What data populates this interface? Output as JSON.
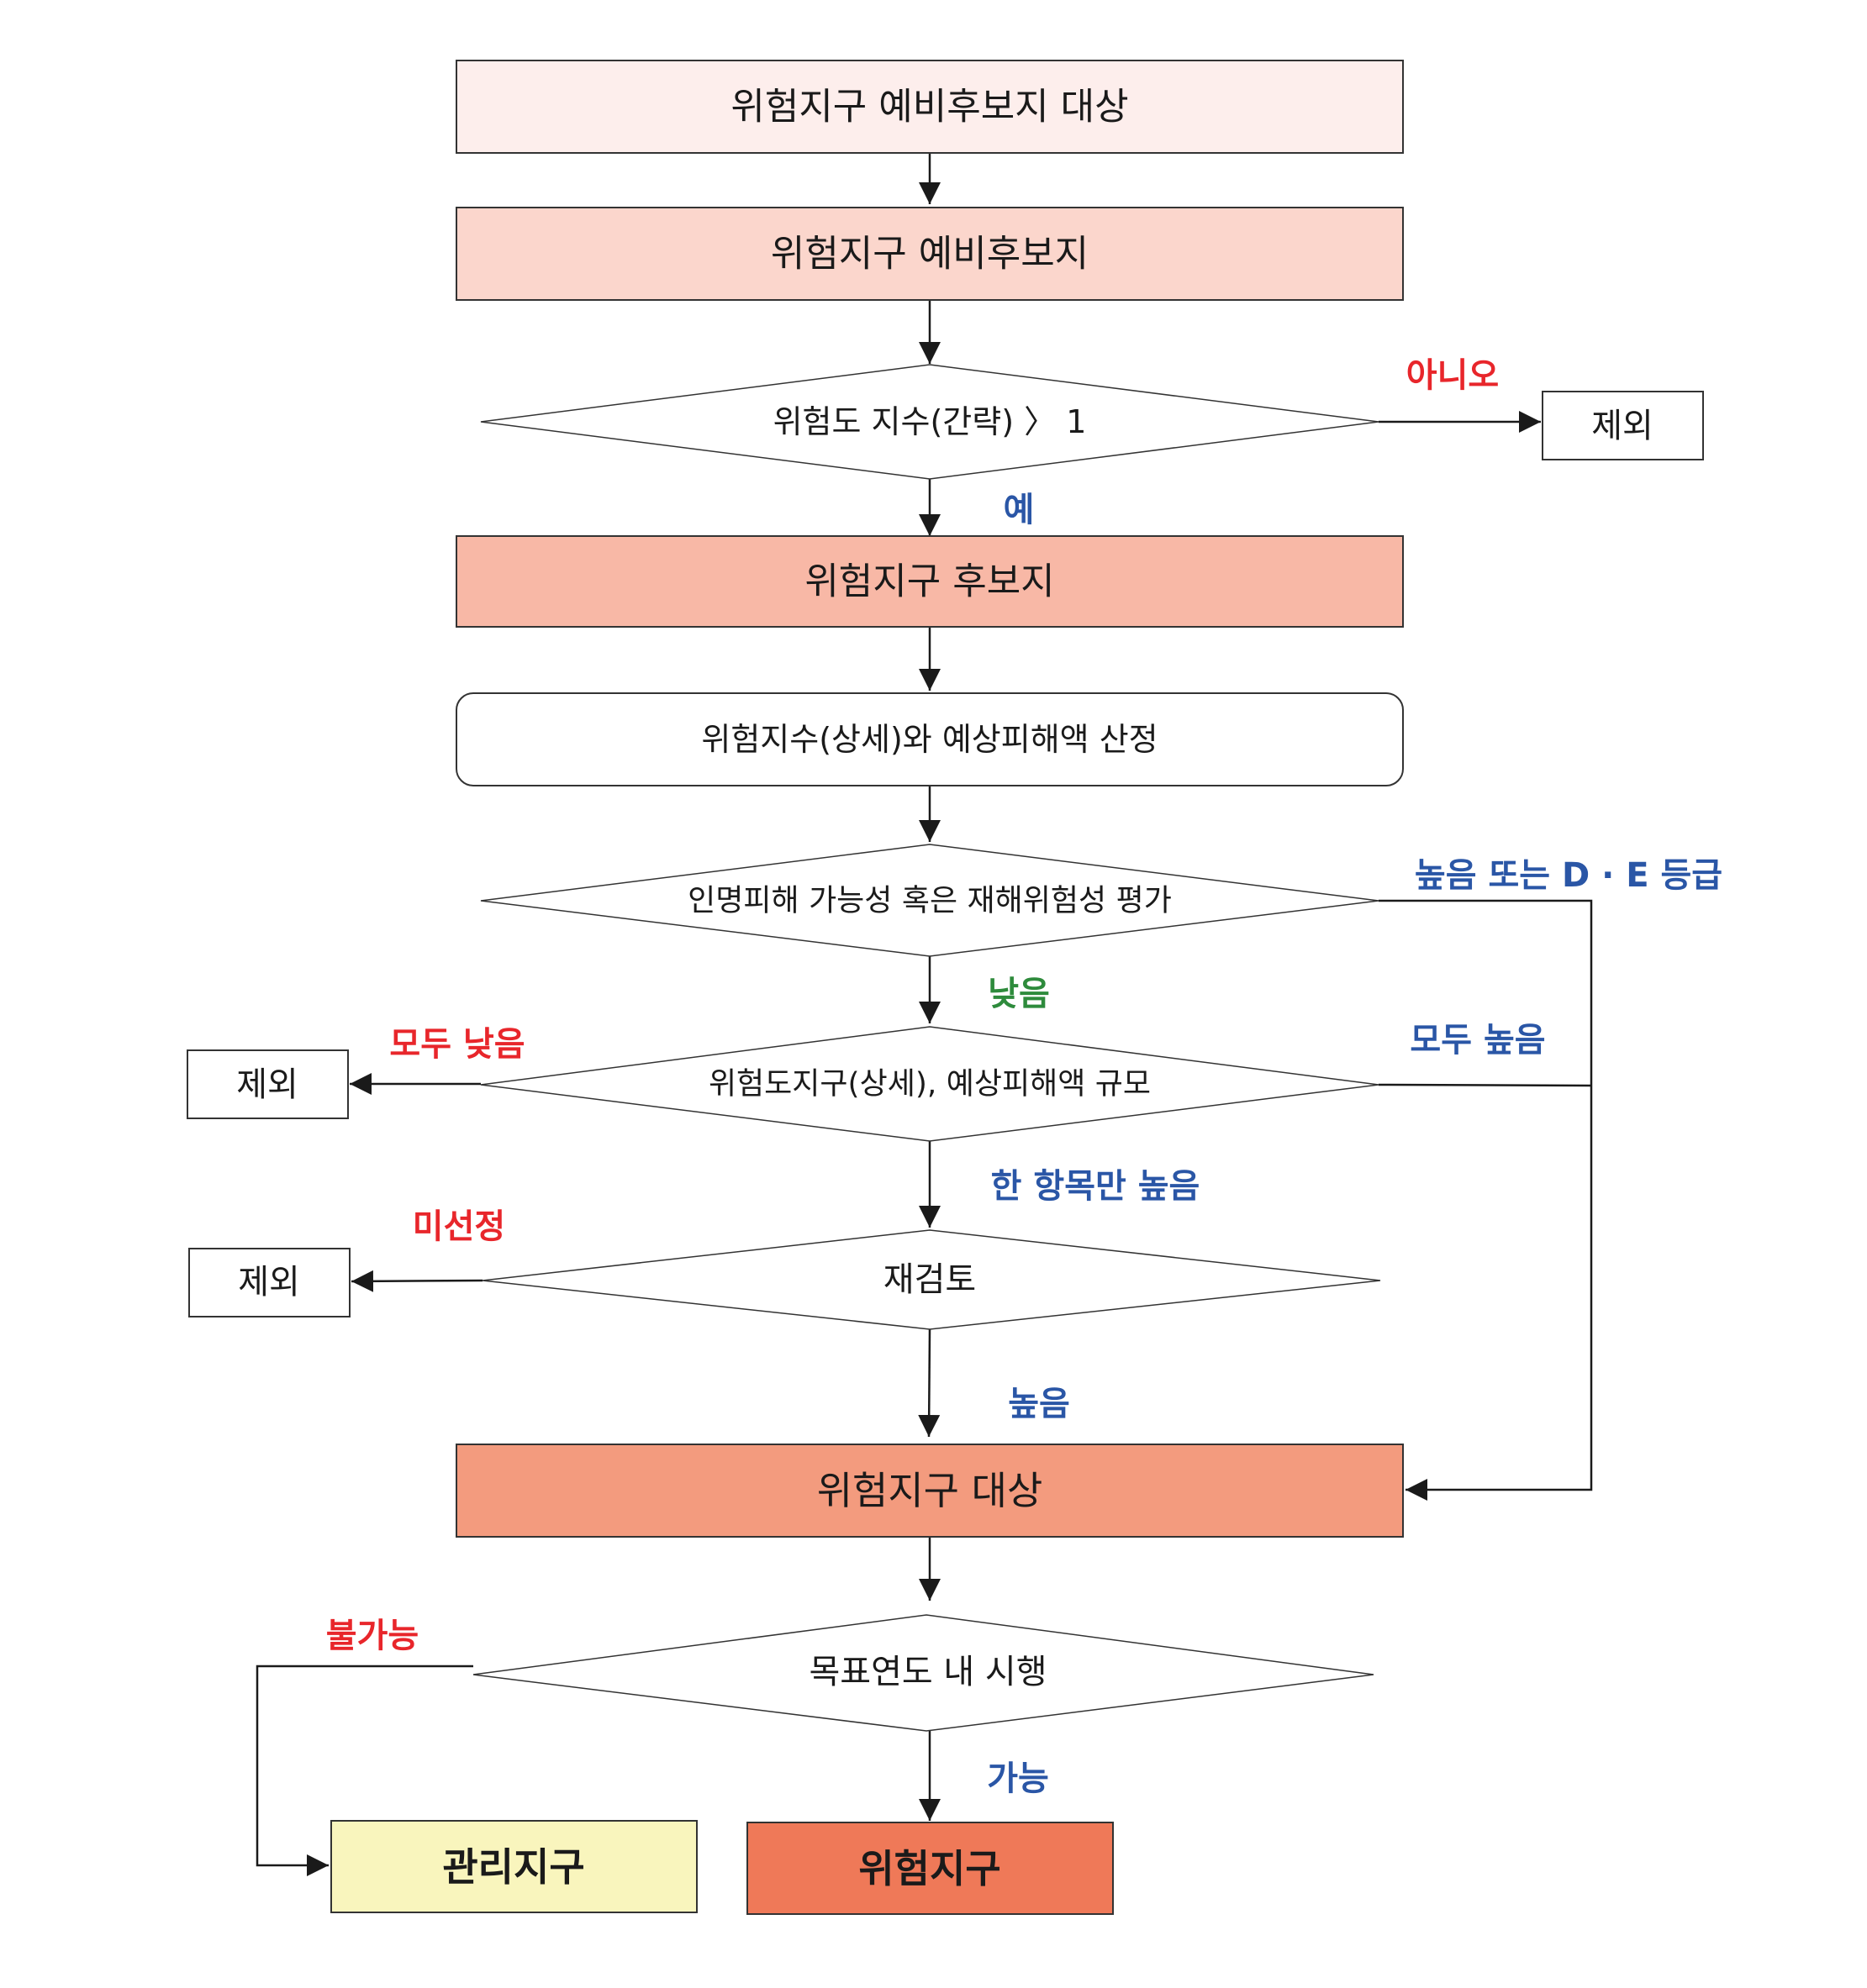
{
  "nodes": {
    "pre_candidate_target": "위험지구 예비후보지 대상",
    "pre_candidate": "위험지구 예비후보지",
    "decision_risk_index": "위험도 지수(간략) 〉 1",
    "exclude_1": "제외",
    "candidate": "위험지구 후보지",
    "calc_index_damage": "위험지수(상세)와 예상피해액 산정",
    "decision_casualty": "인명피해 가능성 혹은 재해위험성 평가",
    "decision_scale": "위험도지구(상세), 예상피해액 규모",
    "exclude_2": "제외",
    "decision_review": "재검토",
    "exclude_3": "제외",
    "target": "위험지구 대상",
    "decision_target_year": "목표연도 내 시행",
    "managed_zone": "관리지구",
    "risk_zone": "위험지구"
  },
  "edge_labels": {
    "no": "아니오",
    "yes": "예",
    "high_or_de": "높음 또는 D · E 등급",
    "low": "낮음",
    "all_low": "모두 낮음",
    "all_high": "모두 높음",
    "one_high": "한 항목만 높음",
    "not_selected": "미선정",
    "high": "높음",
    "impossible": "불가능",
    "possible": "가능"
  },
  "colors": {
    "box_1": "#fdeeec",
    "box_2": "#fbd6cc",
    "box_3": "#f8b8a6",
    "box_4": "#f39b7e",
    "box_risk_zone": "#ef7958",
    "box_managed_zone": "#f9f5bd",
    "label_red": "#e8262b",
    "label_blue": "#2a56a6",
    "label_green": "#2e8b3c"
  }
}
